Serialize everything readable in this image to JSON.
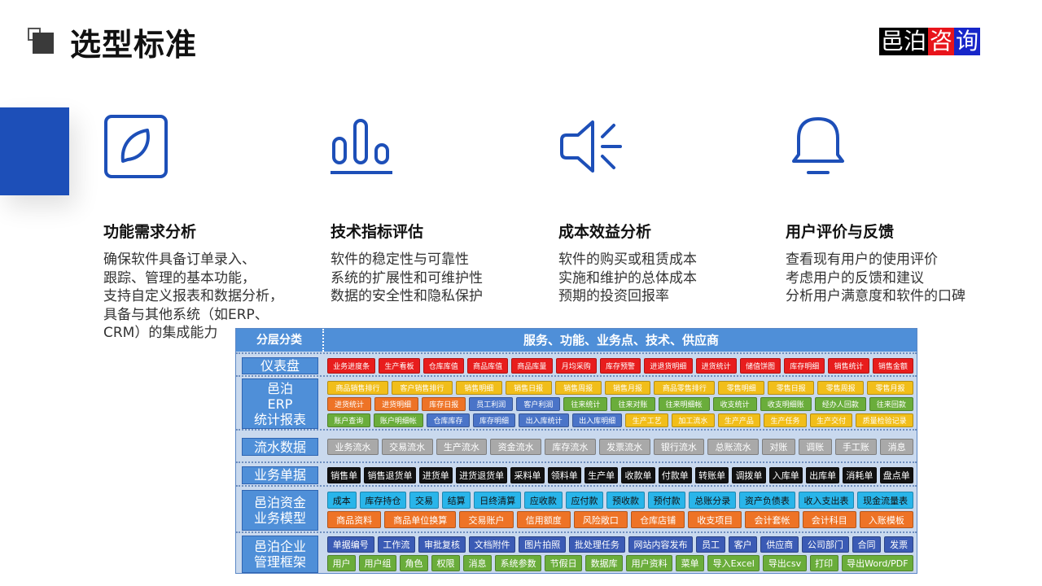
{
  "header": {
    "title": "选型标准"
  },
  "logo": {
    "part1": "邑泊",
    "part2": "咨",
    "part3": "询"
  },
  "features": [
    {
      "icon": "leaf-icon",
      "title": "功能需求分析",
      "lines": [
        "确保软件具备订单录入、",
        "跟踪、管理的基本功能，",
        "支持自定义报表和数据分析，",
        "具备与其他系统（如ERP、",
        "CRM）的集成能力"
      ]
    },
    {
      "icon": "bar-chart-icon",
      "title": "技术指标评估",
      "lines": [
        "软件的稳定性与可靠性",
        "系统的扩展性和可维护性",
        "数据的安全性和隐私保护"
      ]
    },
    {
      "icon": "speaker-icon",
      "title": "成本效益分析",
      "lines": [
        "软件的购买或租赁成本",
        "实施和维护的总体成本",
        "预期的投资回报率"
      ]
    },
    {
      "icon": "bell-icon",
      "title": "用户评价与反馈",
      "lines": [
        "查看现有用户的使用评价",
        "考虑用户的反馈和建议",
        "分析用户满意度和软件的口碑"
      ]
    }
  ],
  "erp": {
    "head_left": "分层分类",
    "head_right": "服务、功能、业务点、技术、供应商",
    "rows": [
      {
        "category": "仪表盘",
        "lines": [
          [
            {
              "t": "业务进度条",
              "c": "red"
            },
            {
              "t": "生产看板",
              "c": "red"
            },
            {
              "t": "仓库库值",
              "c": "red"
            },
            {
              "t": "商品库值",
              "c": "red"
            },
            {
              "t": "商品库量",
              "c": "red"
            },
            {
              "t": "月均采购",
              "c": "red"
            },
            {
              "t": "库存预警",
              "c": "red"
            },
            {
              "t": "进退货明细",
              "c": "red"
            },
            {
              "t": "进货统计",
              "c": "red"
            },
            {
              "t": "储值饼图",
              "c": "red"
            },
            {
              "t": "库存明细",
              "c": "red"
            },
            {
              "t": "销售统计",
              "c": "red"
            },
            {
              "t": "销售金额",
              "c": "red"
            }
          ]
        ]
      },
      {
        "category": "邑泊\nERP\n统计报表",
        "lines": [
          [
            {
              "t": "商品销售排行",
              "c": "yellow"
            },
            {
              "t": "客户销售排行",
              "c": "yellow"
            },
            {
              "t": "销售明细",
              "c": "yellow"
            },
            {
              "t": "销售日报",
              "c": "yellow"
            },
            {
              "t": "销售周报",
              "c": "yellow"
            },
            {
              "t": "销售月报",
              "c": "yellow"
            },
            {
              "t": "商品零售排行",
              "c": "yellow"
            },
            {
              "t": "零售明细",
              "c": "yellow"
            },
            {
              "t": "零售日报",
              "c": "yellow"
            },
            {
              "t": "零售周报",
              "c": "yellow"
            },
            {
              "t": "零售月报",
              "c": "yellow"
            }
          ],
          [
            {
              "t": "进货统计",
              "c": "orange"
            },
            {
              "t": "进货明细",
              "c": "orange"
            },
            {
              "t": "库存日报",
              "c": "orange"
            },
            {
              "t": "员工利润",
              "c": "blue"
            },
            {
              "t": "客户利润",
              "c": "blue"
            },
            {
              "t": "往来统计",
              "c": "green"
            },
            {
              "t": "往来对账",
              "c": "green"
            },
            {
              "t": "往来明细帐",
              "c": "green"
            },
            {
              "t": "收支统计",
              "c": "green"
            },
            {
              "t": "收支明细账",
              "c": "green"
            },
            {
              "t": "经办人回款",
              "c": "green"
            },
            {
              "t": "往来回款",
              "c": "green"
            }
          ],
          [
            {
              "t": "账户查询",
              "c": "green"
            },
            {
              "t": "账户明细帐",
              "c": "green"
            },
            {
              "t": "仓库库存",
              "c": "blue"
            },
            {
              "t": "库存明细",
              "c": "blue"
            },
            {
              "t": "出入库统计",
              "c": "blue"
            },
            {
              "t": "出入库明细",
              "c": "blue"
            },
            {
              "t": "生产工艺",
              "c": "yellow"
            },
            {
              "t": "加工流水",
              "c": "yellow"
            },
            {
              "t": "生产产品",
              "c": "yellow"
            },
            {
              "t": "生产任务",
              "c": "yellow"
            },
            {
              "t": "生产交付",
              "c": "yellow"
            },
            {
              "t": "质量检验记录",
              "c": "yellow"
            }
          ]
        ]
      },
      {
        "category": "流水数据",
        "lines": [
          [
            {
              "t": "业务流水",
              "c": "gray"
            },
            {
              "t": "交易流水",
              "c": "gray"
            },
            {
              "t": "生产流水",
              "c": "gray"
            },
            {
              "t": "资金流水",
              "c": "gray"
            },
            {
              "t": "库存流水",
              "c": "gray"
            },
            {
              "t": "发票流水",
              "c": "gray"
            },
            {
              "t": "银行流水",
              "c": "gray"
            },
            {
              "t": "总账流水",
              "c": "gray"
            },
            {
              "t": "对账",
              "c": "gray"
            },
            {
              "t": "调账",
              "c": "gray"
            },
            {
              "t": "手工账",
              "c": "gray"
            },
            {
              "t": "消息",
              "c": "gray"
            }
          ]
        ]
      },
      {
        "category": "业务单据",
        "lines": [
          [
            {
              "t": "销售单",
              "c": "black"
            },
            {
              "t": "销售退货单",
              "c": "black"
            },
            {
              "t": "进货单",
              "c": "black"
            },
            {
              "t": "进货退货单",
              "c": "black"
            },
            {
              "t": "采料单",
              "c": "black"
            },
            {
              "t": "领料单",
              "c": "black"
            },
            {
              "t": "生产单",
              "c": "black"
            },
            {
              "t": "收款单",
              "c": "black"
            },
            {
              "t": "付款单",
              "c": "black"
            },
            {
              "t": "转账单",
              "c": "black"
            },
            {
              "t": "调拨单",
              "c": "black"
            },
            {
              "t": "入库单",
              "c": "black"
            },
            {
              "t": "出库单",
              "c": "black"
            },
            {
              "t": "消耗单",
              "c": "black"
            },
            {
              "t": "盘点单",
              "c": "black"
            }
          ]
        ]
      },
      {
        "category": "邑泊资金\n业务模型",
        "lines": [
          [
            {
              "t": "成本",
              "c": "cyan"
            },
            {
              "t": "库存持仓",
              "c": "cyan"
            },
            {
              "t": "交易",
              "c": "cyan"
            },
            {
              "t": "结算",
              "c": "cyan"
            },
            {
              "t": "日终清算",
              "c": "cyan"
            },
            {
              "t": "应收款",
              "c": "cyan"
            },
            {
              "t": "应付款",
              "c": "cyan"
            },
            {
              "t": "预收款",
              "c": "cyan"
            },
            {
              "t": "预付款",
              "c": "cyan"
            },
            {
              "t": "总账分录",
              "c": "cyan"
            },
            {
              "t": "资产负债表",
              "c": "cyan"
            },
            {
              "t": "收入支出表",
              "c": "cyan"
            },
            {
              "t": "现金流量表",
              "c": "cyan"
            }
          ],
          [
            {
              "t": "商品资料",
              "c": "orange"
            },
            {
              "t": "商品单位换算",
              "c": "orange"
            },
            {
              "t": "交易账户",
              "c": "orange"
            },
            {
              "t": "信用额度",
              "c": "orange"
            },
            {
              "t": "风险敞口",
              "c": "orange"
            },
            {
              "t": "仓库店铺",
              "c": "orange"
            },
            {
              "t": "收支项目",
              "c": "orange"
            },
            {
              "t": "会计套帐",
              "c": "orange"
            },
            {
              "t": "会计科目",
              "c": "orange"
            },
            {
              "t": "入账模板",
              "c": "orange"
            }
          ]
        ]
      },
      {
        "category": "邑泊企业\n管理框架",
        "lines": [
          [
            {
              "t": "单据编号",
              "c": "navy"
            },
            {
              "t": "工作流",
              "c": "navy"
            },
            {
              "t": "审批复核",
              "c": "navy"
            },
            {
              "t": "文档附件",
              "c": "navy"
            },
            {
              "t": "图片拍照",
              "c": "navy"
            },
            {
              "t": "批处理任务",
              "c": "navy"
            },
            {
              "t": "网站内容发布",
              "c": "navy"
            },
            {
              "t": "员工",
              "c": "navy"
            },
            {
              "t": "客户",
              "c": "navy"
            },
            {
              "t": "供应商",
              "c": "navy"
            },
            {
              "t": "公司部门",
              "c": "navy"
            },
            {
              "t": "合同",
              "c": "navy"
            },
            {
              "t": "发票",
              "c": "navy"
            }
          ],
          [
            {
              "t": "用户",
              "c": "green"
            },
            {
              "t": "用户组",
              "c": "green"
            },
            {
              "t": "角色",
              "c": "green"
            },
            {
              "t": "权限",
              "c": "green"
            },
            {
              "t": "消息",
              "c": "green"
            },
            {
              "t": "系统参数",
              "c": "green"
            },
            {
              "t": "节假日",
              "c": "green"
            },
            {
              "t": "数据库",
              "c": "green"
            },
            {
              "t": "用户资料",
              "c": "green"
            },
            {
              "t": "菜单",
              "c": "green"
            },
            {
              "t": "导入Excel",
              "c": "green"
            },
            {
              "t": "导出csv",
              "c": "green"
            },
            {
              "t": "打印",
              "c": "green"
            },
            {
              "t": "导出Word/PDF",
              "c": "green"
            }
          ]
        ]
      }
    ]
  },
  "colors": {
    "accent": "#1d4fb8",
    "icon_blue": "#1d4fb8",
    "table_head": "#4f8fd8"
  }
}
